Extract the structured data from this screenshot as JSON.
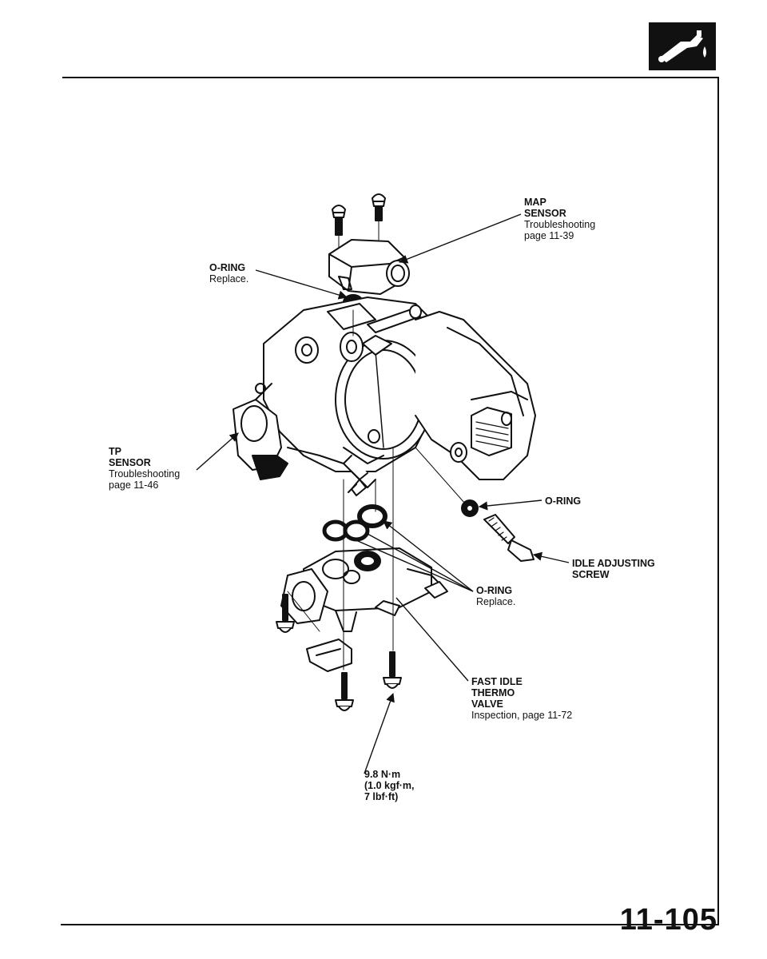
{
  "labels": {
    "map_sensor": {
      "l1": "MAP",
      "l2": "SENSOR",
      "l3": "Troubleshooting",
      "l4": "page 11-39"
    },
    "o_ring_top": {
      "l1": "O-RING",
      "l2": "Replace."
    },
    "tp_sensor": {
      "l1": "TP",
      "l2": "SENSOR",
      "l3": "Troubleshooting",
      "l4": "page 11-46"
    },
    "o_ring_right": {
      "l1": "O-RING"
    },
    "idle_screw": {
      "l1": "IDLE ADJUSTING",
      "l2": "SCREW"
    },
    "o_ring_lower": {
      "l1": "O-RING",
      "l2": "Replace."
    },
    "fast_idle": {
      "l1": "FAST IDLE",
      "l2": "THERMO",
      "l3": "VALVE",
      "l4": "Inspection, page 11-72"
    },
    "torque": {
      "l1": "9.8 N·m",
      "l2": "(1.0 kgf·m,",
      "l3": "7 lbf·ft)"
    }
  },
  "page_number": "11-105",
  "section_icon": "fuel-nozzle-icon",
  "colors": {
    "ink": "#111111",
    "paper": "#ffffff"
  }
}
